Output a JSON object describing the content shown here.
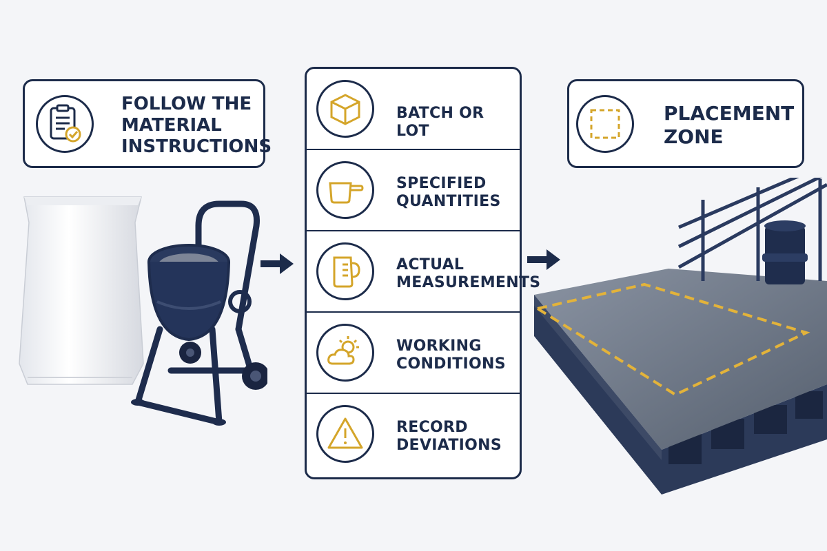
{
  "instructions_card": {
    "line1": "FOLLOW THE",
    "line2": "MATERIAL",
    "line3": "INSTRUCTIONS",
    "icon": "clipboard-check-icon"
  },
  "placement_card": {
    "line1": "PLACEMENT",
    "line2": "ZONE",
    "icon": "dashed-square-icon"
  },
  "steps": [
    {
      "line1": "BATCH OR LOT",
      "line2": "",
      "icon": "box-icon"
    },
    {
      "line1": "SPECIFIED",
      "line2": "QUANTITIES",
      "icon": "measuring-scoop-icon"
    },
    {
      "line1": "ACTUAL",
      "line2": "MEASUREMENTS",
      "icon": "measuring-jug-icon"
    },
    {
      "line1": "WORKING",
      "line2": "CONDITIONS",
      "icon": "sun-cloud-icon"
    },
    {
      "line1": "RECORD",
      "line2": "DEVIATIONS",
      "icon": "warning-triangle-icon"
    }
  ],
  "colors": {
    "navy": "#1c2b4a",
    "gold": "#d4a52a",
    "deck": "#5a6474",
    "background": "#f4f5f8"
  }
}
